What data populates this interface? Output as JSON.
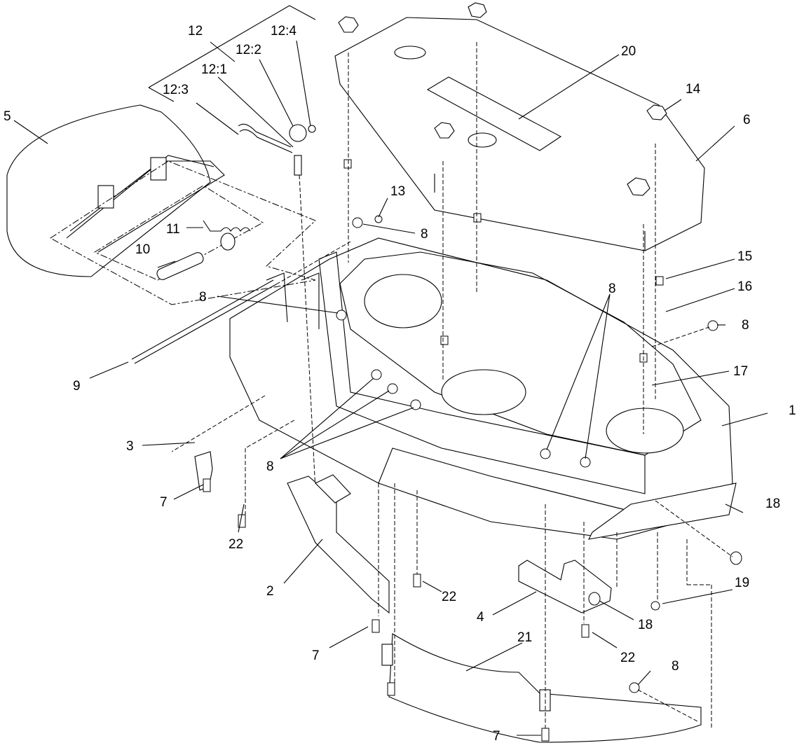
{
  "callouts": [
    {
      "id": "c1",
      "text": "1"
    },
    {
      "id": "c2",
      "text": "2"
    },
    {
      "id": "c3",
      "text": "3"
    },
    {
      "id": "c4",
      "text": "4"
    },
    {
      "id": "c5",
      "text": "5"
    },
    {
      "id": "c6",
      "text": "6"
    },
    {
      "id": "c7a",
      "text": "7"
    },
    {
      "id": "c7b",
      "text": "7"
    },
    {
      "id": "c7c",
      "text": "7"
    },
    {
      "id": "c8a",
      "text": "8"
    },
    {
      "id": "c8b",
      "text": "8"
    },
    {
      "id": "c8c",
      "text": "8"
    },
    {
      "id": "c8d",
      "text": "8"
    },
    {
      "id": "c8e",
      "text": "8"
    },
    {
      "id": "c8f",
      "text": "8"
    },
    {
      "id": "c9",
      "text": "9"
    },
    {
      "id": "c10",
      "text": "10"
    },
    {
      "id": "c11",
      "text": "11"
    },
    {
      "id": "c12",
      "text": "12"
    },
    {
      "id": "c12_1",
      "text": "12:1"
    },
    {
      "id": "c12_2",
      "text": "12:2"
    },
    {
      "id": "c12_3",
      "text": "12:3"
    },
    {
      "id": "c12_4",
      "text": "12:4"
    },
    {
      "id": "c13",
      "text": "13"
    },
    {
      "id": "c14",
      "text": "14"
    },
    {
      "id": "c15",
      "text": "15"
    },
    {
      "id": "c16",
      "text": "16"
    },
    {
      "id": "c17",
      "text": "17"
    },
    {
      "id": "c18a",
      "text": "18"
    },
    {
      "id": "c18b",
      "text": "18"
    },
    {
      "id": "c19",
      "text": "19"
    },
    {
      "id": "c20",
      "text": "20"
    },
    {
      "id": "c21",
      "text": "21"
    },
    {
      "id": "c22a",
      "text": "22"
    },
    {
      "id": "c22b",
      "text": "22"
    },
    {
      "id": "c22c",
      "text": "22"
    }
  ]
}
